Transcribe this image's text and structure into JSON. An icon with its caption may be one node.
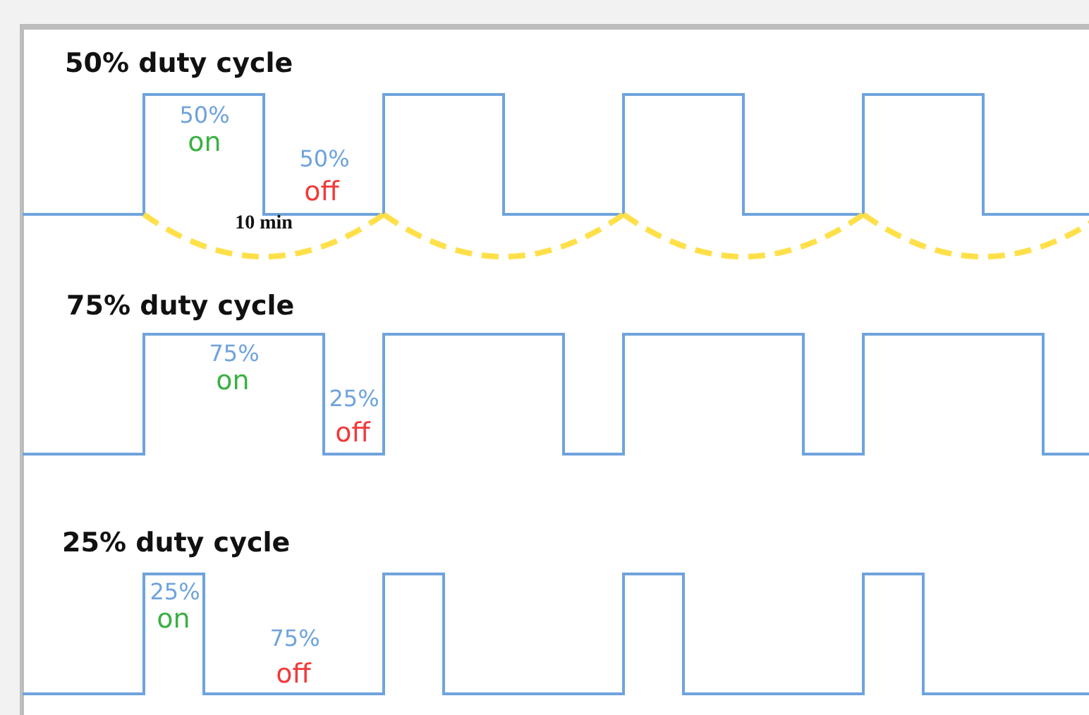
{
  "diagram": {
    "labels": [
      "50% duty cycle",
      "50%",
      "on",
      "50%",
      "off",
      "10 min",
      "75% duty cycle",
      "75%",
      "on",
      "25%",
      "off",
      "25% duty cycle",
      "25%",
      "on",
      "75%",
      "off"
    ]
  }
}
